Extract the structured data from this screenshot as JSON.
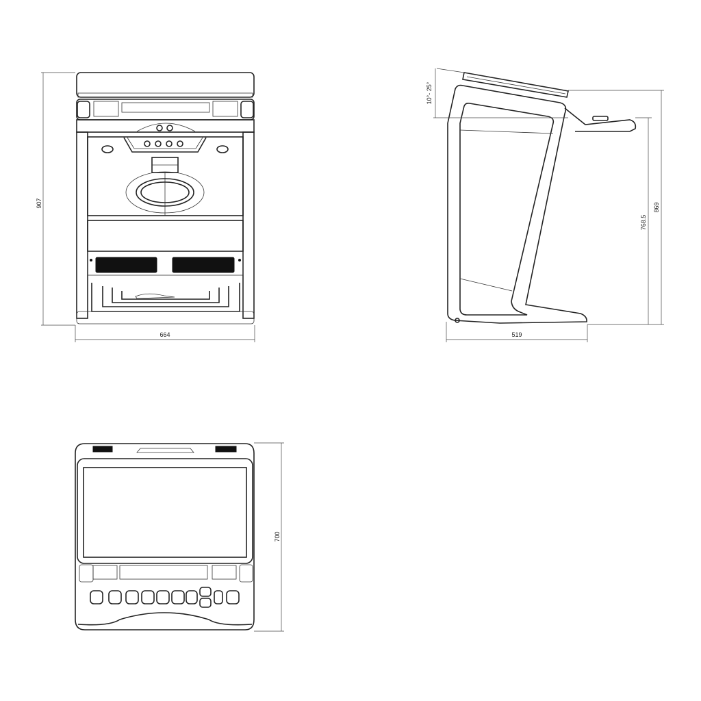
{
  "front_view": {
    "height_label": "907",
    "width_label": "664"
  },
  "side_view": {
    "angle_label": "10°- 25°",
    "seat_height_label": "768.5",
    "height_label": "869",
    "depth_label": "519"
  },
  "top_view": {
    "depth_label": "700"
  },
  "colors": {
    "line": "#222222",
    "background": "#ffffff"
  }
}
